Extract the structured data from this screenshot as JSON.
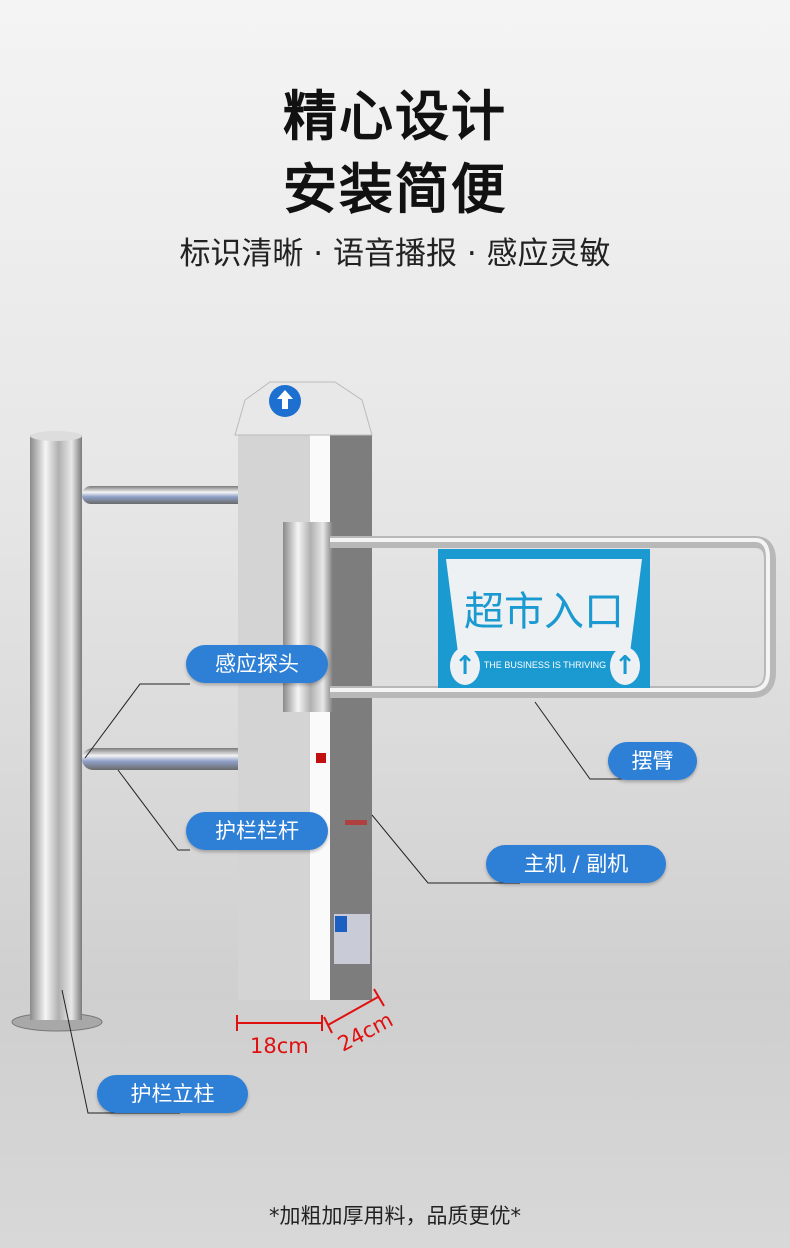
{
  "heading": {
    "line1": "精心设计",
    "line2": "安装简便",
    "subtitle": "标识清晰 · 语音播报 · 感应灵敏"
  },
  "sign": {
    "title": "超市入口",
    "slogan": "THE BUSINESS IS THRIVING",
    "color": "#1a9ad0"
  },
  "labels": {
    "sensor": "感应探头",
    "swing_arm": "摆臂",
    "rail_bar": "护栏栏杆",
    "host": "主机 / 副机",
    "post": "护栏立柱"
  },
  "dimensions": {
    "width": "18cm",
    "depth": "24cm",
    "color": "#e01010"
  },
  "footer": "*加粗加厚用料，品质更优*",
  "colors": {
    "label_bg": "#2e7fd6"
  }
}
